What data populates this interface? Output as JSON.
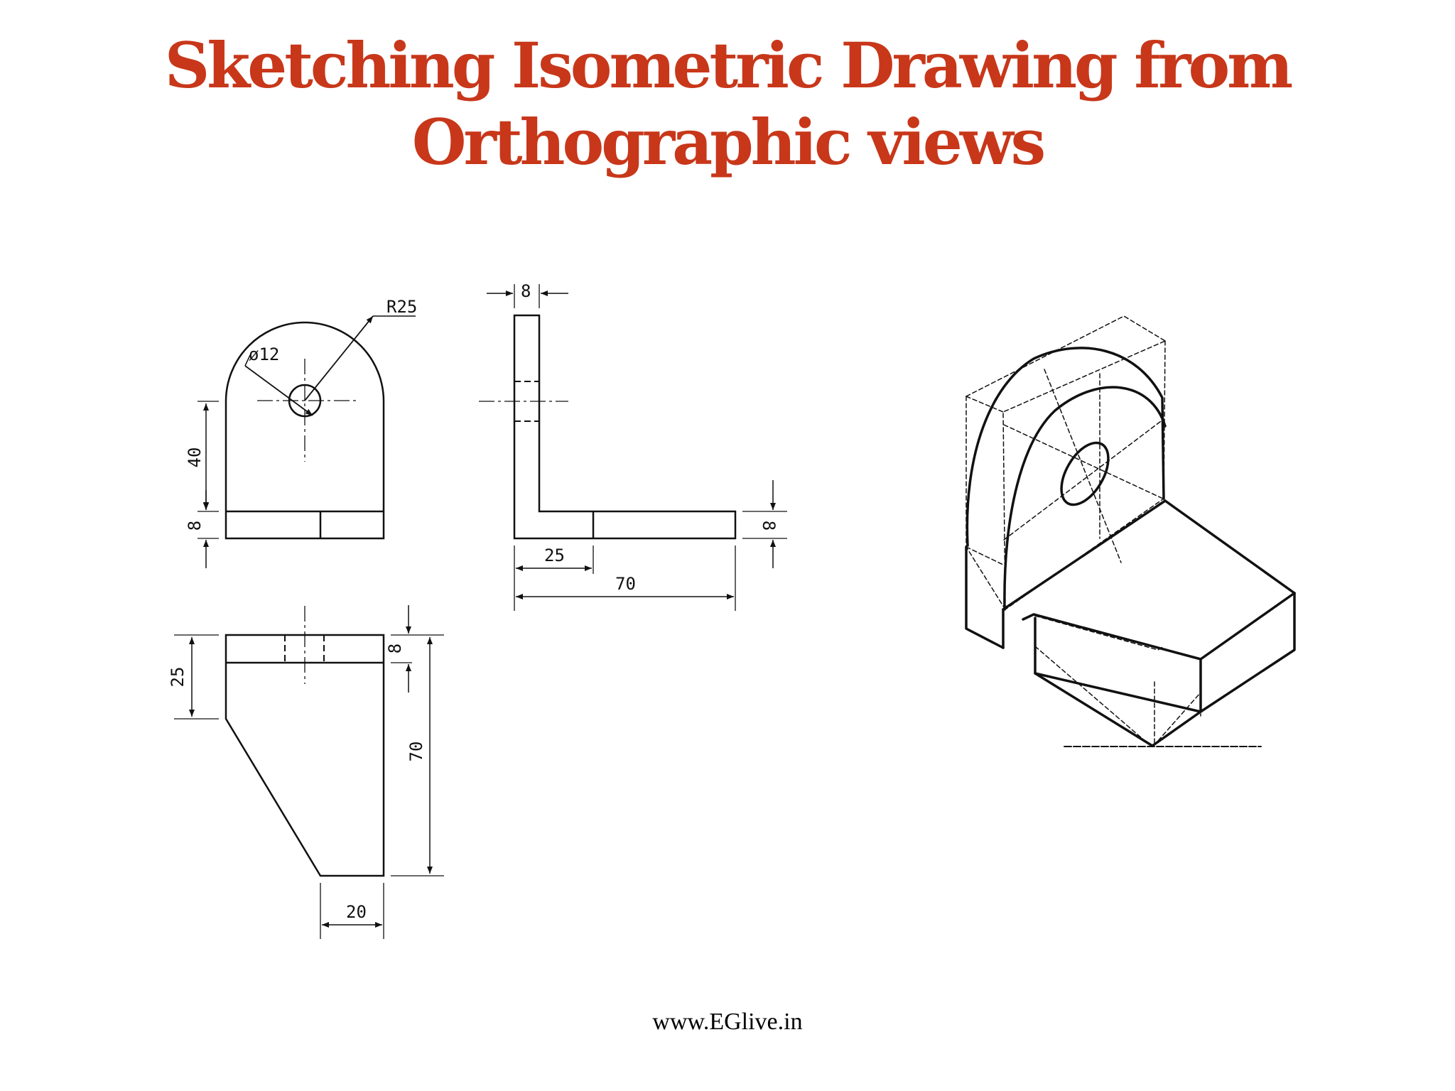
{
  "title": {
    "line1": "Sketching Isometric Drawing from",
    "line2": "Orthographic views"
  },
  "front_view": {
    "radius_label": "R25",
    "hole_label": "ø12",
    "height_label": "40",
    "base_label": "8"
  },
  "side_view": {
    "thickness_label": "8",
    "base_thickness_label": "8",
    "base_step_label": "25",
    "length_label": "70"
  },
  "top_view": {
    "depth_label": "25",
    "thickness_label": "8",
    "length_label": "70",
    "end_width_label": "20"
  },
  "footer": {
    "url": "www.EGlive.in"
  }
}
